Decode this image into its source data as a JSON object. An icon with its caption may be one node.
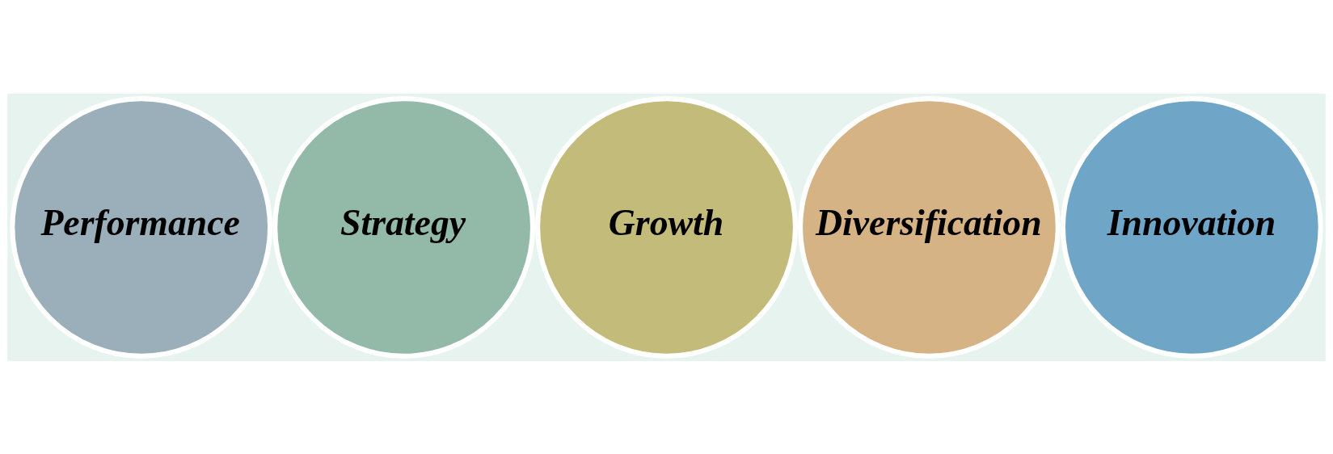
{
  "diagram": {
    "nodes": [
      {
        "text": [
          "Performance"
        ]
      },
      {
        "text": [
          "Strategy"
        ]
      },
      {
        "text": [
          "Growth"
        ]
      },
      {
        "text": [
          "Diversification"
        ]
      },
      {
        "text": [
          "Innovation"
        ]
      }
    ]
  }
}
